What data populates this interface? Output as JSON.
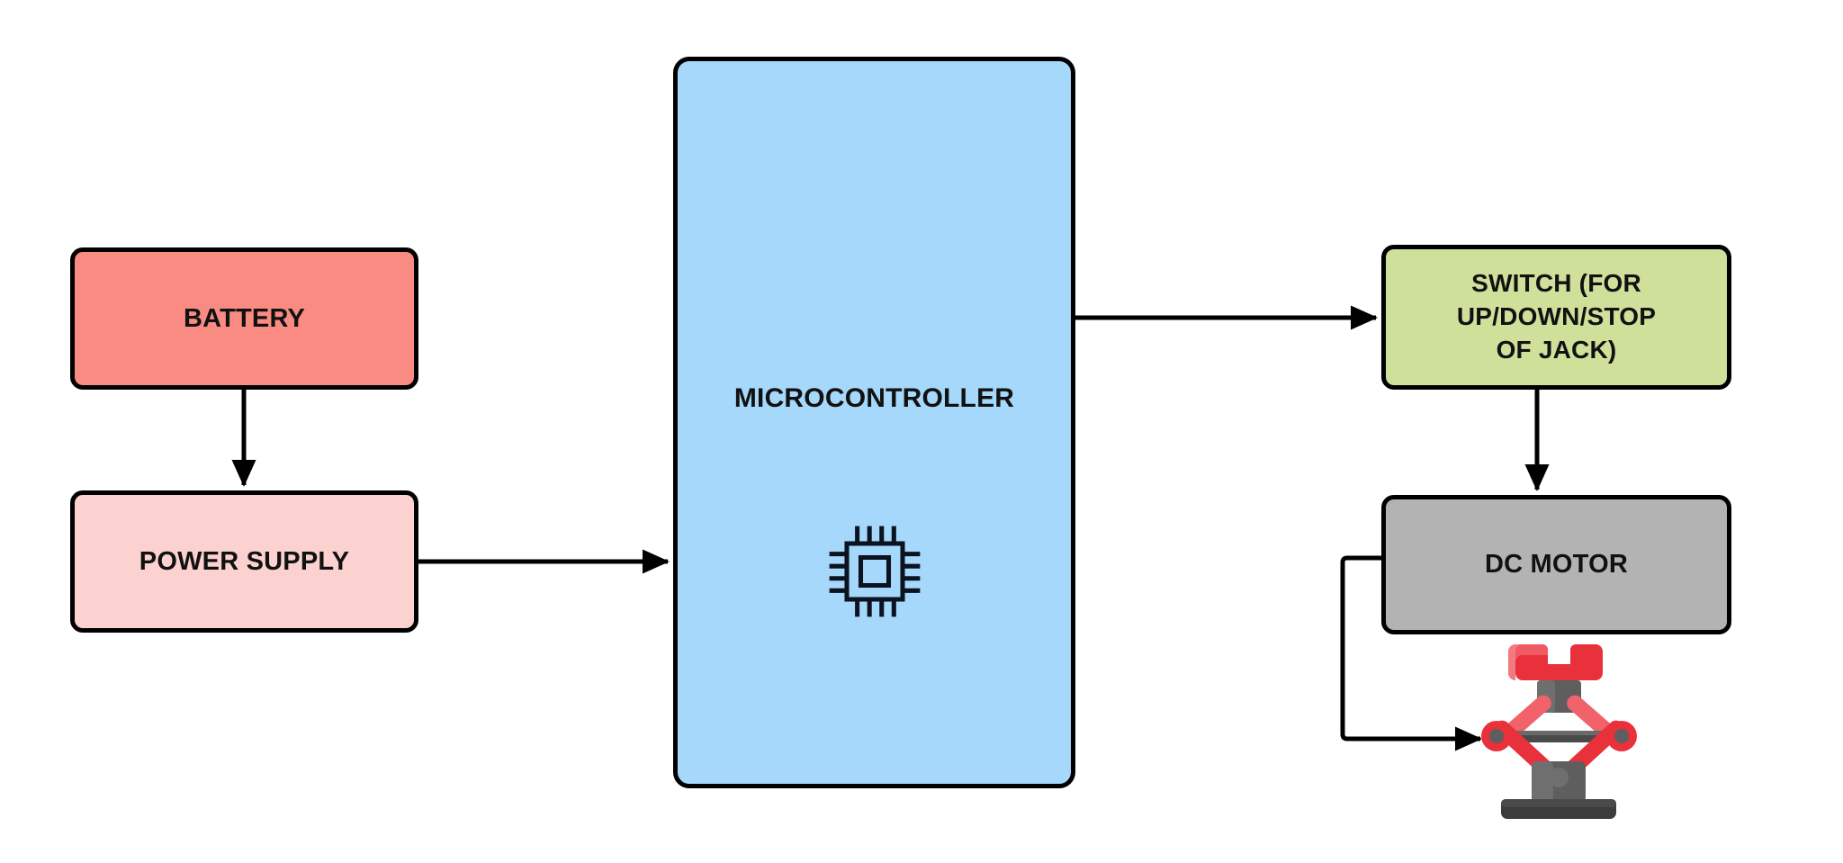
{
  "diagram": {
    "type": "block-diagram",
    "title": "Motorized jack control block diagram",
    "background_color": "#ffffff",
    "edge_color": "#000000",
    "nodes": [
      {
        "id": "battery",
        "label": "BATTERY",
        "fill": "#f98b82",
        "stroke": "#000000",
        "shape": "rounded-rect"
      },
      {
        "id": "power_supply",
        "label": "POWER SUPPLY",
        "fill": "#fbd2cf",
        "stroke": "#000000",
        "shape": "rounded-rect"
      },
      {
        "id": "microcontroller",
        "label": "MICROCONTROLLER",
        "fill": "#a5d8fb",
        "stroke": "#000000",
        "shape": "rounded-rect",
        "icon": "microchip-icon"
      },
      {
        "id": "switch",
        "label": "SWITCH (FOR UP/DOWN/STOP OF JACK)",
        "label_lines": [
          "SWITCH (FOR",
          "UP/DOWN/STOP",
          "OF JACK)"
        ],
        "fill": "#cfe09a",
        "stroke": "#000000",
        "shape": "rounded-rect"
      },
      {
        "id": "dc_motor",
        "label": "DC MOTOR",
        "fill": "#b3b3b3",
        "stroke": "#000000",
        "shape": "rounded-rect"
      },
      {
        "id": "scissor_jack",
        "label": "",
        "icon": "scissor-jack-icon",
        "colors": {
          "arm_red": "#e8313a",
          "arm_red_light": "#f2626a",
          "saddle_red": "#e8313a",
          "metal_grey": "#5e5e5e",
          "metal_grey_light": "#737373",
          "base_dark": "#3c3c3c"
        }
      }
    ],
    "edges": [
      {
        "from": "battery",
        "to": "power_supply",
        "style": "straight-down",
        "arrow": true
      },
      {
        "from": "power_supply",
        "to": "microcontroller",
        "style": "straight-right",
        "arrow": true
      },
      {
        "from": "microcontroller",
        "to": "switch",
        "style": "straight-right",
        "arrow": true
      },
      {
        "from": "switch",
        "to": "dc_motor",
        "style": "straight-down",
        "arrow": true
      },
      {
        "from": "dc_motor",
        "to": "scissor_jack",
        "style": "elbow-left-down-right",
        "arrow": true
      }
    ]
  }
}
